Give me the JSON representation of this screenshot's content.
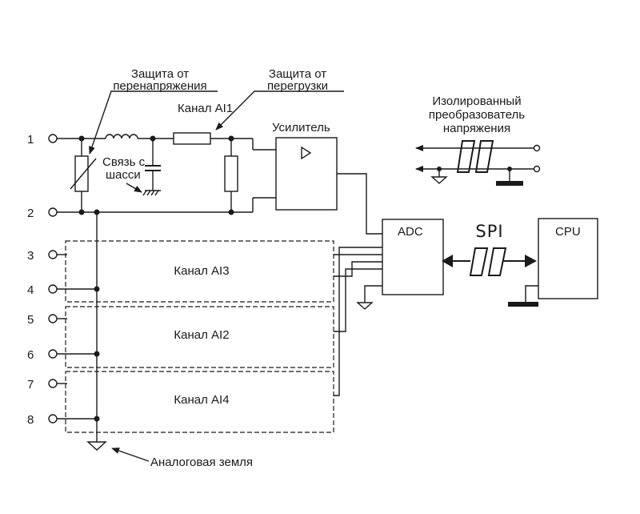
{
  "labels": {
    "surge_protection": [
      "Защита от",
      "перенапряжения"
    ],
    "overload_protection": [
      "Защита от",
      "перегрузки"
    ],
    "channel_ai1": "Канал AI1",
    "chassis_link": [
      "Связь с",
      "шасси"
    ],
    "amplifier": "Усилитель",
    "isolated_converter": [
      "Изолированный",
      "преобразователь",
      "напряжения"
    ],
    "adc": "ADC",
    "spi": "SPI",
    "cpu": "CPU",
    "channel_ai3": "Канал AI3",
    "channel_ai2": "Канал AI2",
    "channel_ai4": "Канал AI4",
    "analog_ground": "Аналоговая земля"
  },
  "terminals": [
    "1",
    "2",
    "3",
    "4",
    "5",
    "6",
    "7",
    "8"
  ]
}
